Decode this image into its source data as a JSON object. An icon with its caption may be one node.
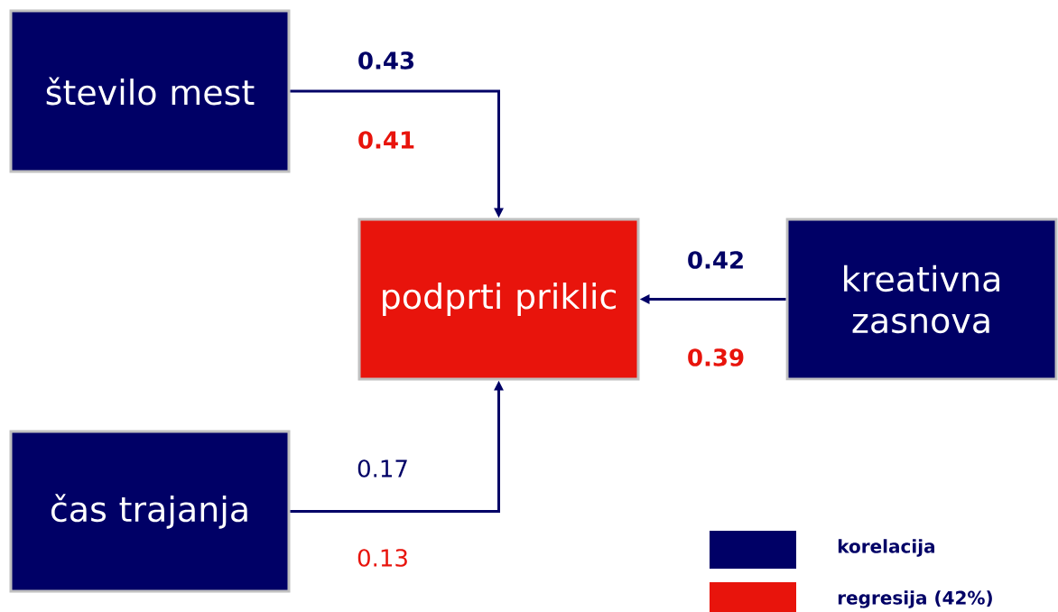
{
  "diagram": {
    "nodes": [
      {
        "text": [
          "število mest"
        ]
      },
      {
        "text": [
          "podprti priklic"
        ]
      },
      {
        "text": [
          "kreativna zasnova"
        ]
      },
      {
        "text": [
          "čas trajanja"
        ]
      }
    ],
    "edges": [
      {
        "from": 0,
        "to": 1,
        "arrow": "to"
      },
      {
        "from": 2,
        "to": 1,
        "arrow": "to"
      },
      {
        "from": 3,
        "to": 1,
        "arrow": "to"
      }
    ],
    "labels": [
      "0.43",
      "0.41",
      "0.42",
      "0.39",
      "0.17",
      "0.13"
    ],
    "legend": [
      {
        "text": "korelacija",
        "color": "#000066"
      },
      {
        "text": "regresija (42%)",
        "color": "#e8140c"
      }
    ]
  }
}
